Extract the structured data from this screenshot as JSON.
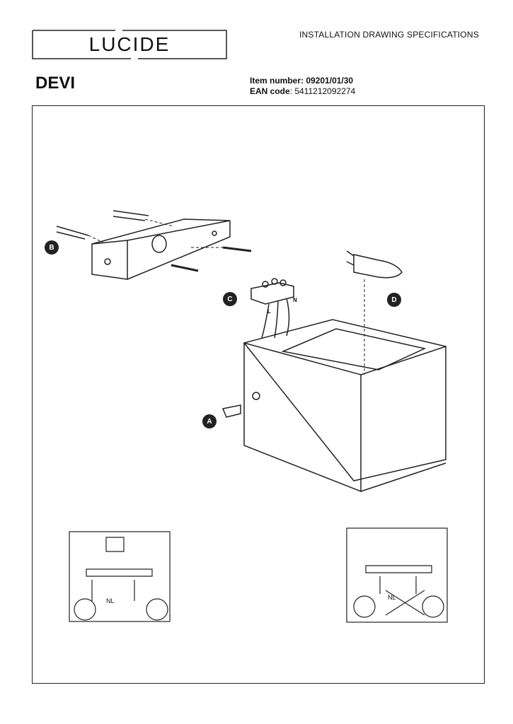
{
  "header": {
    "brand": "LUCIDE",
    "document_type": "INSTALLATION DRAWING SPECIFICATIONS",
    "product_name": "DEVI",
    "item_number_label": "Item number:",
    "item_number": "09201/01/30",
    "ean_label": "EAN code",
    "ean": ": 5411212092274"
  },
  "drawing": {
    "callouts": [
      "A",
      "B",
      "C",
      "D"
    ],
    "wire_labels": [
      "L",
      "N"
    ],
    "inset_label_left": "NL",
    "inset_label_right": "NL"
  }
}
